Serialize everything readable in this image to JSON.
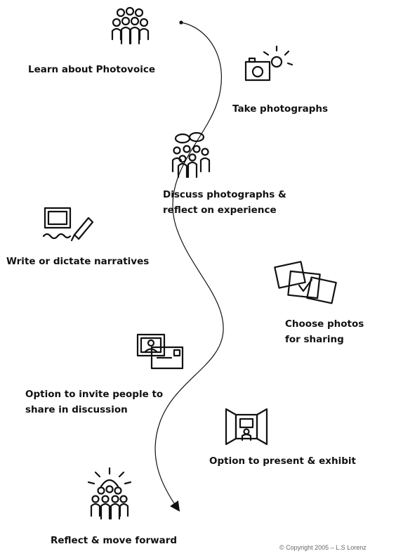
{
  "steps": [
    {
      "label": "Learn about Photovoice",
      "icon": "group-icon"
    },
    {
      "label": "Take photographs",
      "icon": "camera-icon"
    },
    {
      "label": "Discuss photographs &",
      "label2": "reflect on experience",
      "icon": "discussion-group-icon"
    },
    {
      "label": "Write or dictate narratives",
      "icon": "writing-icon"
    },
    {
      "label": "Choose photos",
      "label2": "for sharing",
      "icon": "photo-selection-icon"
    },
    {
      "label": "Option to invite people to",
      "label2": "share in discussion",
      "icon": "invitation-icon"
    },
    {
      "label": "Option to present & exhibit",
      "icon": "exhibit-icon"
    },
    {
      "label": "Reflect & move forward",
      "icon": "group-sunburst-icon"
    }
  ],
  "copyright": "© Copyright 2005 – L.S Lorenz"
}
